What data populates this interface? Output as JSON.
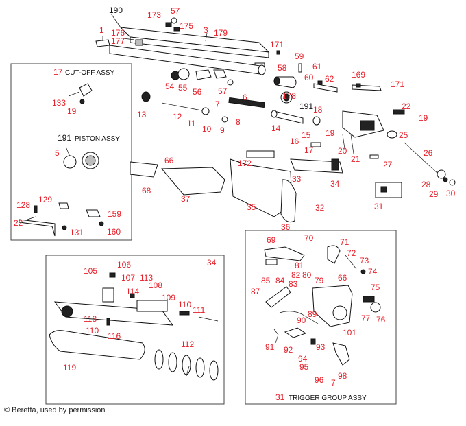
{
  "diagram": {
    "labels": [
      "190",
      "173",
      "57",
      "175",
      "176",
      "177",
      "1",
      "3",
      "179",
      "171",
      "59",
      "58",
      "61",
      "60",
      "62",
      "169",
      "171",
      "54",
      "55",
      "56",
      "57",
      "178",
      "17",
      "133",
      "19",
      "191",
      "5",
      "13",
      "12",
      "11",
      "7",
      "10",
      "9",
      "8",
      "6",
      "191",
      "14",
      "18",
      "22",
      "19",
      "25",
      "19",
      "16",
      "15",
      "17",
      "20",
      "21",
      "26",
      "27",
      "66",
      "68",
      "37",
      "172",
      "34",
      "33",
      "35",
      "32",
      "36",
      "28",
      "29",
      "30",
      "31",
      "128",
      "129",
      "22",
      "131",
      "159",
      "160",
      "34",
      "106",
      "105",
      "107",
      "113",
      "108",
      "114",
      "109",
      "110",
      "111",
      "118",
      "110",
      "116",
      "119",
      "112",
      "69",
      "70",
      "71",
      "72",
      "73",
      "74",
      "81",
      "85",
      "84",
      "82",
      "80",
      "79",
      "66",
      "75",
      "87",
      "83",
      "89",
      "77",
      "76",
      "90",
      "91",
      "92",
      "93",
      "94",
      "95",
      "101",
      "96",
      "7",
      "98",
      "31"
    ],
    "inset_titles": {
      "cutoff": "CUT-OFF ASSY",
      "piston": "PISTON ASSY",
      "trigger": "TRIGGER GROUP ASSY"
    },
    "copyright": "© Beretta, used by permission"
  },
  "colors": {
    "label": "#e8202a",
    "ink": "#111111",
    "frame": "#444444"
  }
}
